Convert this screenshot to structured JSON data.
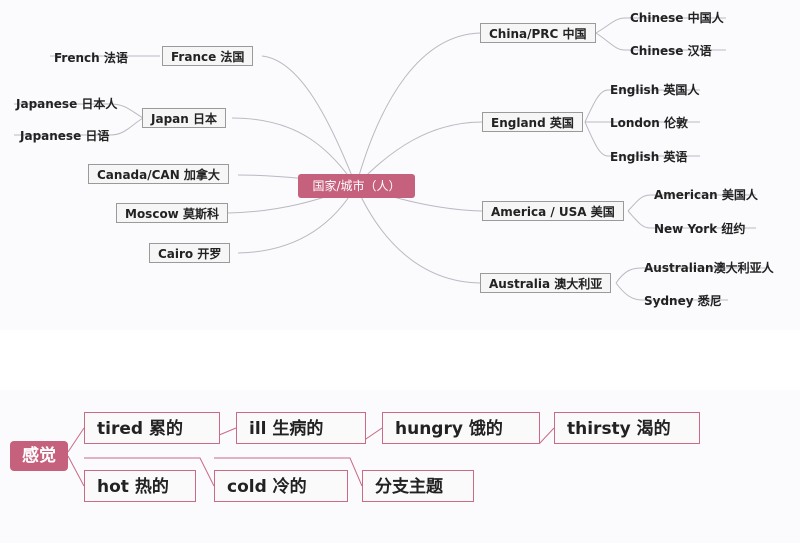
{
  "center": "国家/城市（人）",
  "nodes": {
    "france": "France  法国",
    "japan": "Japan  日本",
    "canada": "Canada/CAN 加拿大",
    "moscow": "Moscow 莫斯科",
    "cairo": "Cairo 开罗",
    "china": "China/PRC  中国",
    "england": "England 英国",
    "america": "America / USA 美国",
    "australia": "Australia  澳大利亚"
  },
  "leaves": {
    "french": "French  法语",
    "japanese_person": "Japanese 日本人",
    "japanese_lang": "Japanese  日语",
    "chinese_person": "Chinese 中国人",
    "chinese_lang": "Chinese  汉语",
    "english_person": "English 英国人",
    "london": "London  伦敦",
    "english_lang": "English  英语",
    "american": "American 美国人",
    "newyork": "New York  纽约",
    "australian": "Australian澳大利亚人",
    "sydney": "Sydney  悉尼"
  },
  "feelings": {
    "root": "感觉",
    "tired": "tired   累的",
    "ill": "ill  生病的",
    "hungry": "hungry  饿的",
    "thirsty": "thirsty 渴的",
    "hot": "hot 热的",
    "cold": "cold   冷的",
    "branch_topic": "分支主题"
  },
  "colors": {
    "accent": "#c5607d",
    "line": "#b9b9c2"
  }
}
